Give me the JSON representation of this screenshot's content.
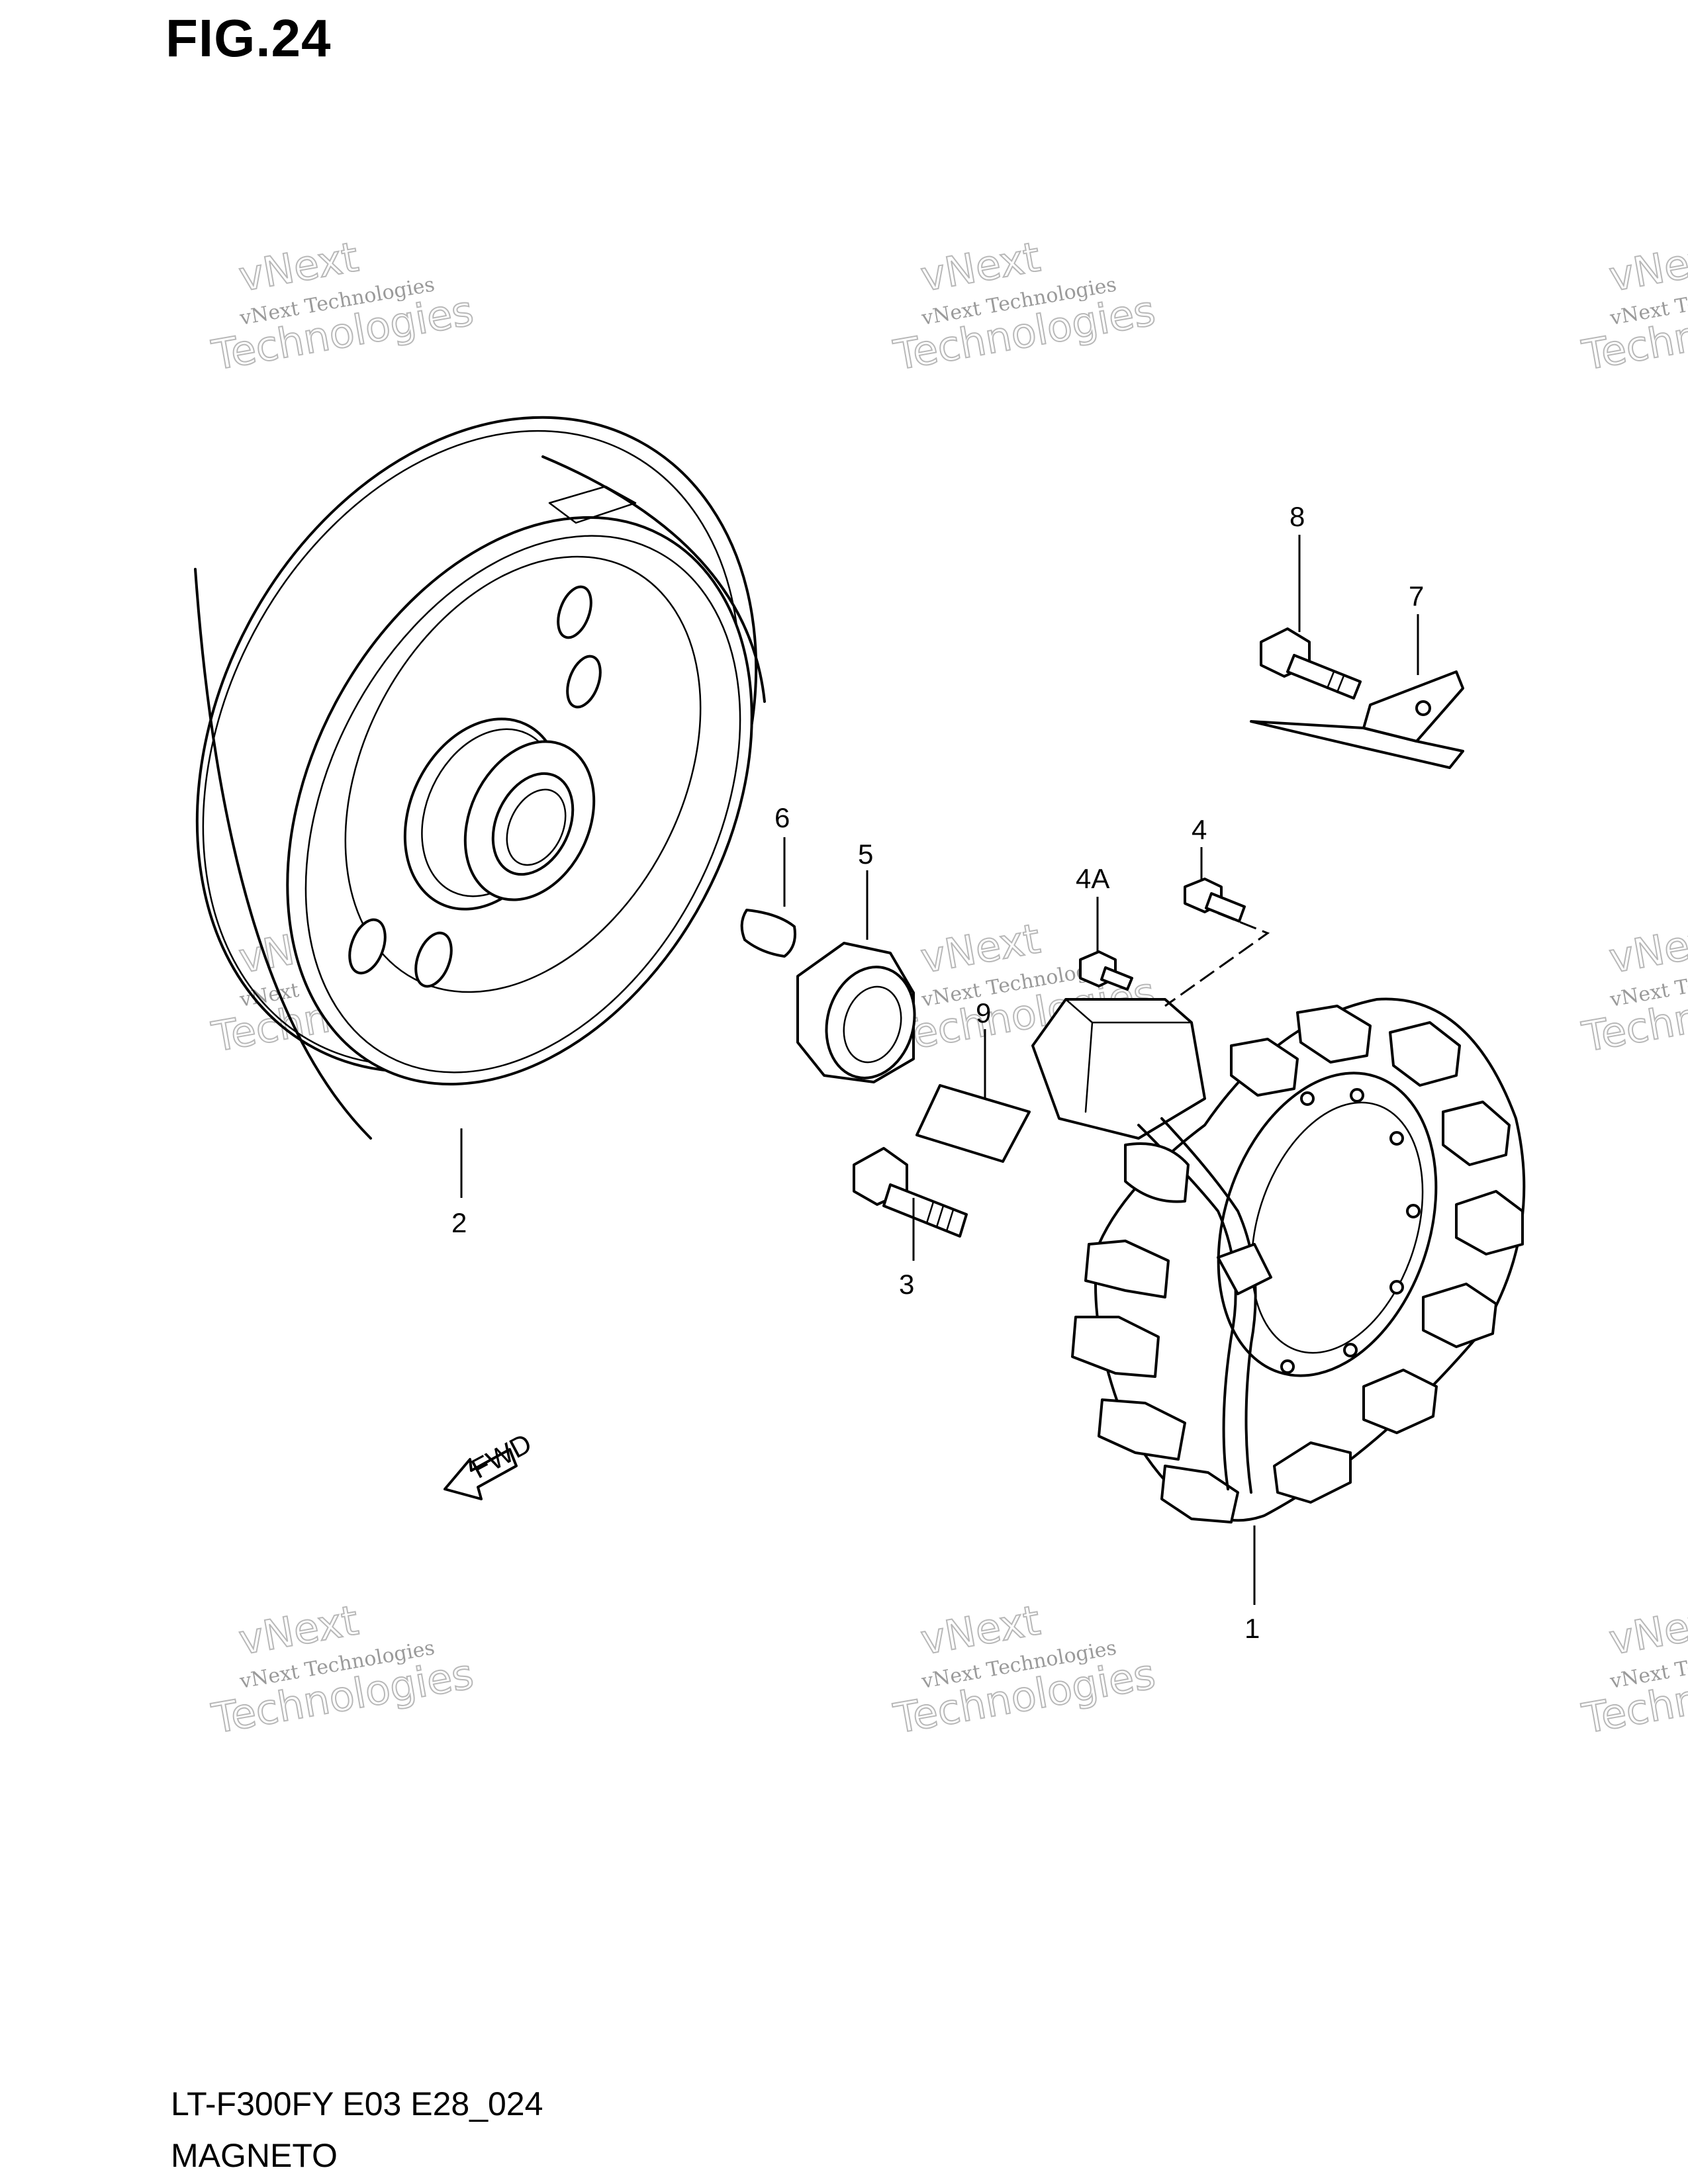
{
  "figure_title": "FIG.24",
  "model_code": "LT-F300FY E03 E28_024",
  "section_name": "MAGNETO",
  "callouts": [
    {
      "id": "1",
      "label": "1"
    },
    {
      "id": "2",
      "label": "2"
    },
    {
      "id": "3",
      "label": "3"
    },
    {
      "id": "4",
      "label": "4"
    },
    {
      "id": "4A",
      "label": "4A"
    },
    {
      "id": "5",
      "label": "5"
    },
    {
      "id": "6",
      "label": "6"
    },
    {
      "id": "7",
      "label": "7"
    },
    {
      "id": "8",
      "label": "8"
    },
    {
      "id": "9",
      "label": "9"
    }
  ],
  "fwd_arrow_label": "FWD",
  "watermark": {
    "line1": "vNext",
    "line2": "vNext Technologies",
    "line3": "Technologies"
  }
}
